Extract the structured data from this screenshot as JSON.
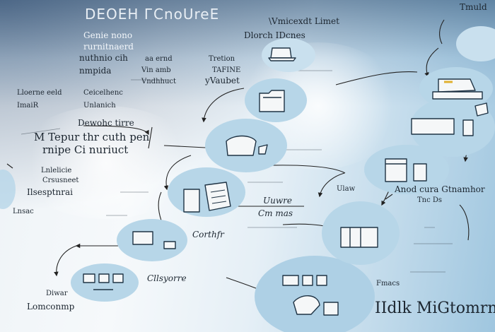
{
  "title": "DEOEH ГCnoUreE",
  "labels": {
    "top_right": "Tmuld",
    "top_note": "\\Vmicexdt Limet",
    "top_note_2": "Dlorch IDcnes",
    "left_1": "Genie nono",
    "left_2": "rurnitnaerd",
    "left_3": "nuthnio cih",
    "left_4": "nmpida",
    "left_5": "Tretion",
    "left_6": "aa ernd",
    "left_7": "TAFINE",
    "left_8": "Vin amb",
    "left_9": "yVaubet",
    "left_10": "Vndhhuct",
    "left_11": "Lloerne eeld",
    "left_12": "Ceicelhenc",
    "left_13": "ImaiR",
    "left_14": "Unlanich",
    "mid_1": "Dewohc tirre",
    "main_label": "M Tepur thr cuth pen",
    "main_label_2": "rnipe Ci nuriuct",
    "side_1": "Lnlelicie",
    "side_2": "Crsusneet",
    "side_3": "Ilsesptnrai",
    "side_4": "Lnsac",
    "center_1": "Uuwre",
    "center_2": "Cm mas",
    "center_3": "Corthfr",
    "bottom_1": "Cllsyorre",
    "bottom_2": "Diwar",
    "bottom_3": "Lomconmp",
    "right_1": "Anod cura Gtnamhor",
    "right_2": "Tnc Ds",
    "right_3": "Ulaw",
    "right_4": "Fmacs",
    "bottom_right": "IIdlk MiGtomrns"
  },
  "colors": {
    "bubble": "#b7d6e8",
    "bubble_light": "#cfe3ef",
    "ink": "#1c2630",
    "line": "#222222",
    "icon_stroke": "#1f3344",
    "icon_fill": "#f5f7f8"
  },
  "nodes": [
    {
      "id": "n1",
      "icon": "laptop-icon"
    },
    {
      "id": "n2",
      "icon": "folder-icon"
    },
    {
      "id": "n3",
      "icon": "bag-icon"
    },
    {
      "id": "n4",
      "icon": "documents-icon"
    },
    {
      "id": "n5",
      "icon": "monitor-icon"
    },
    {
      "id": "n6",
      "icon": "keyboard-icon"
    },
    {
      "id": "n7",
      "icon": "printer-icon"
    },
    {
      "id": "n8",
      "icon": "desktop-icon"
    },
    {
      "id": "n9",
      "icon": "window-icon"
    },
    {
      "id": "n10",
      "icon": "frame-icon"
    },
    {
      "id": "n11",
      "icon": "devices-icon"
    },
    {
      "id": "n12",
      "icon": "hardware-icon"
    }
  ]
}
